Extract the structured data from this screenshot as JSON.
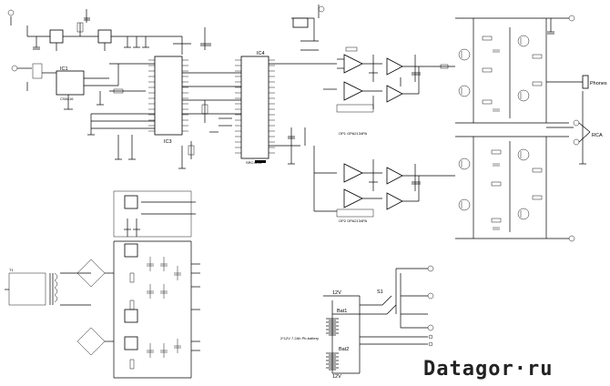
{
  "chips": [
    {
      "id": "ic1",
      "label": "IC1"
    },
    {
      "id": "ic3",
      "label": "IC3"
    },
    {
      "id": "ic4",
      "label": "IC4"
    }
  ],
  "labels": {
    "phones": "Phones",
    "rca": "RCA",
    "sw": "S1",
    "bat1": "Bat1",
    "bat2": "Bat2",
    "battery_desc": "2*12V 7.2Ah Pb-battery",
    "v12_top": "12V",
    "v12_bot": "12V",
    "t1": "T1",
    "opamp_top": "OP1 OPA2134PA",
    "opamp_mid": "OP2 OPA2134PA",
    "ic4_part": "SRC4193",
    "ic1_part": "CS8416"
  },
  "watermark": "Datagor·ru"
}
